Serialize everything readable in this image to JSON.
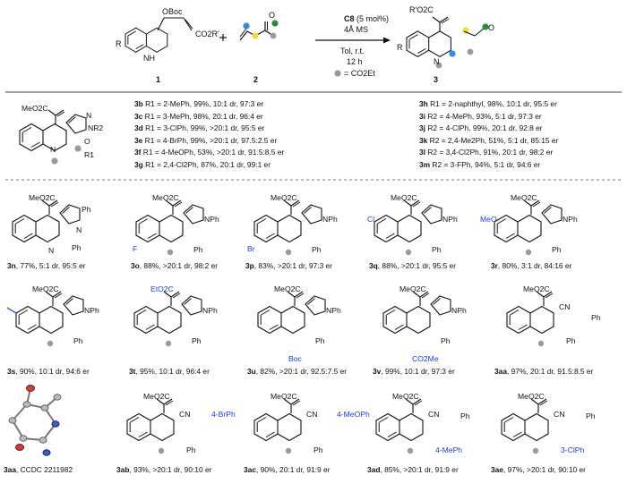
{
  "scheme": {
    "compound_1": "1",
    "compound_2": "2",
    "compound_3": "3",
    "reagent_1_group": "OBoc",
    "reagent_1_ester": "CO2R'",
    "reagent_1_R": "R",
    "reagent_1_NH": "NH",
    "catalyst": "C8",
    "catalyst_loading": "(5 mol%)",
    "additive": "4Å MS",
    "conditions": "Tol, r.t.",
    "time": "12 h",
    "legend": "= CO2Et",
    "product_ester": "R'O2C",
    "product_R": "R",
    "product_N": "N"
  },
  "general_structure": {
    "ester": "MeO2C",
    "N": "N",
    "NR2": "NR2",
    "R1": "R1",
    "O": "O"
  },
  "variations_left": [
    {
      "id": "3b",
      "text": "R1 = 2-MePh, 99%, 10:1 dr, 97:3 er"
    },
    {
      "id": "3c",
      "text": "R1 = 3-MePh, 98%, 20:1 dr, 96:4 er"
    },
    {
      "id": "3d",
      "text": "R1 = 3-ClPh, 99%, >20:1 dr, 95:5 er"
    },
    {
      "id": "3e",
      "text": "R1 = 4-BrPh, 99%, >20:1 dr, 97.5:2.5 er"
    },
    {
      "id": "3f",
      "text": "R1 = 4-MeOPh, 53%, >20:1 dr, 91.5:8.5 er"
    },
    {
      "id": "3g",
      "text": "R1 = 2,4-Cl2Ph, 87%, 20:1 dr, 99:1 er"
    }
  ],
  "variations_right": [
    {
      "id": "3h",
      "text": "R1 = 2-naphthyl, 98%, 10:1 dr, 95:5 er"
    },
    {
      "id": "3i",
      "text": "R2 = 4-MePh, 93%, 5:1 dr, 97:3 er"
    },
    {
      "id": "3j",
      "text": "R2 = 4-ClPh, 99%, 20:1 dr, 92:8 er"
    },
    {
      "id": "3k",
      "text": "R2 = 2,4-Me2Ph, 51%, 5:1 dr, 85:15 er"
    },
    {
      "id": "3l",
      "text": "R2 = 3,4-Cl2Ph, 91%, 20:1 dr, 98:2 er"
    },
    {
      "id": "3m",
      "text": "R2 =  3-FPh, 94%, 5:1 dr, 94:6 er"
    }
  ],
  "row1": [
    {
      "id": "3n",
      "result": ", 77%, 5:1 dr, 95:5 er",
      "sub": "",
      "ester": "MeO2C"
    },
    {
      "id": "3o",
      "result": ", 88%, >20:1 dr, 98:2 er",
      "sub": "F",
      "ester": "MeO2C"
    },
    {
      "id": "3p",
      "result": ", 83%, >20:1 dr, 97:3 er",
      "sub": "Br",
      "ester": "MeO2C"
    },
    {
      "id": "3q",
      "result": ", 88%, >20:1 dr, 95:5 er",
      "sub": "Cl",
      "ester": "MeO2C"
    },
    {
      "id": "3r",
      "result": ", 80%, 3:1 dr, 84:16 er",
      "sub": "MeO",
      "ester": "MeO2C"
    }
  ],
  "row2": [
    {
      "id": "3s",
      "result": ", 90%, 10:1 dr, 94:6 er",
      "ester": "MeO2C"
    },
    {
      "id": "3t",
      "result": ", 95%, 10:1 dr, 96:4 er",
      "ester": "EtO2C"
    },
    {
      "id": "3u",
      "result": ", 82%, >20:1 dr, 92.5:7.5 er",
      "ester": "MeO2C",
      "npg": "Boc"
    },
    {
      "id": "3v",
      "result": ", 99%, 10:1 dr, 97:3 er",
      "ester": "MeO2C",
      "npg": "CO2Me"
    },
    {
      "id": "3aa",
      "result": ", 97%, 20:1 dr, 91.5:8.5 er",
      "ester": "MeO2C"
    }
  ],
  "row3": [
    {
      "id": "3aa",
      "result": ", CCDC 2211982"
    },
    {
      "id": "3ab",
      "result": ", 93%, >20:1 dr, 90:10 er",
      "aryl": "4-BrPh",
      "ester": "MeO2C"
    },
    {
      "id": "3ac",
      "result": ", 90%, 20:1 dr, 91:9 er",
      "aryl": "4-MeOPh",
      "ester": "MeO2C"
    },
    {
      "id": "3ad",
      "result": ", 85%, >20:1 dr, 91:9 er",
      "aryl": "4-MePh",
      "ester": "MeO2C"
    },
    {
      "id": "3ae",
      "result": ", 97%, >20:1 dr, 90:10 er",
      "aryl": "3-ClPh",
      "ester": "MeO2C"
    }
  ],
  "atom_labels": {
    "Ph": "Ph",
    "NPh": "NPh",
    "N": "N",
    "O": "O",
    "CN": "CN"
  },
  "colors": {
    "yellow": "#f0e02a",
    "blue": "#2a8fe6",
    "green": "#2a8a3a",
    "gray": "#9a9a9a",
    "substituent_blue": "#1f3cd6",
    "line": "#111111"
  }
}
